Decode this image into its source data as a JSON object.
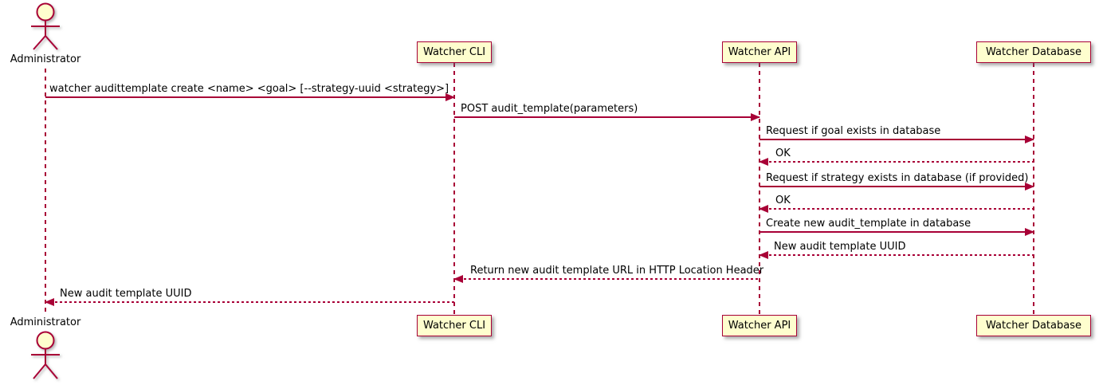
{
  "diagram_type": "uml-sequence",
  "colors": {
    "participant_fill": "#FEFECE",
    "line_and_border": "#A80036",
    "text": "#000000",
    "background": "#FFFFFF"
  },
  "actor": {
    "top_label": "Administrator",
    "bottom_label": "Administrator"
  },
  "participants": {
    "cli": {
      "top_label": "Watcher CLI",
      "bottom_label": "Watcher CLI"
    },
    "api": {
      "top_label": "Watcher API",
      "bottom_label": "Watcher API"
    },
    "db": {
      "top_label": "Watcher Database",
      "bottom_label": "Watcher Database"
    }
  },
  "messages": [
    {
      "from": "Administrator",
      "to": "Watcher CLI",
      "line": "solid",
      "text": "watcher audittemplate create <name> <goal> [--strategy-uuid <strategy>]"
    },
    {
      "from": "Watcher CLI",
      "to": "Watcher API",
      "line": "solid",
      "text": "POST audit_template(parameters)"
    },
    {
      "from": "Watcher API",
      "to": "Watcher Database",
      "line": "solid",
      "text": "Request if goal exists in database"
    },
    {
      "from": "Watcher Database",
      "to": "Watcher API",
      "line": "dashed",
      "text": "OK"
    },
    {
      "from": "Watcher API",
      "to": "Watcher Database",
      "line": "solid",
      "text": "Request if strategy exists in database (if provided)"
    },
    {
      "from": "Watcher Database",
      "to": "Watcher API",
      "line": "dashed",
      "text": "OK"
    },
    {
      "from": "Watcher API",
      "to": "Watcher Database",
      "line": "solid",
      "text": "Create new audit_template in database"
    },
    {
      "from": "Watcher Database",
      "to": "Watcher API",
      "line": "dashed",
      "text": "New audit template UUID"
    },
    {
      "from": "Watcher API",
      "to": "Watcher CLI",
      "line": "dashed",
      "text": "Return new audit template URL in HTTP Location Header"
    },
    {
      "from": "Watcher CLI",
      "to": "Administrator",
      "line": "dashed",
      "text": "New audit template UUID"
    }
  ]
}
